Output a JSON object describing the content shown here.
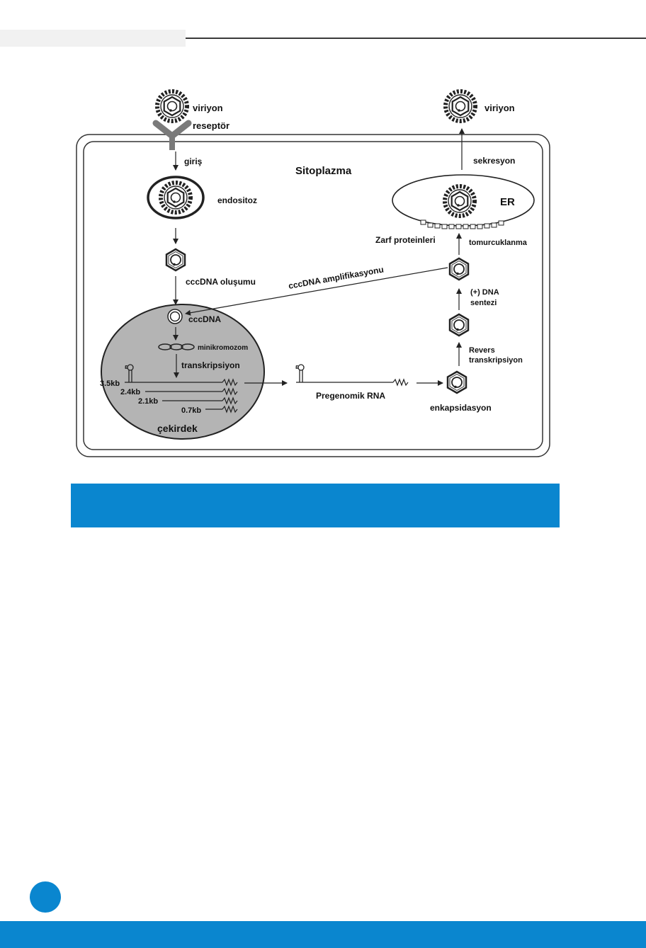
{
  "diagram": {
    "labels": {
      "virion_top_left": "viriyon",
      "receptor": "reseptör",
      "entry": "giriş",
      "cytoplasm": "Sitoplazma",
      "endocytosis": "endositoz",
      "cccdna_formation": "cccDNA oluşumu",
      "cccdna": "cccDNA",
      "minichromosome": "minikromozom",
      "transcription": "transkripsiyon",
      "rna_35": "3.5kb",
      "rna_24": "2.4kb",
      "rna_21": "2.1kb",
      "rna_07": "0.7kb",
      "nucleus": "çekirdek",
      "pregenomic_rna": "Pregenomik RNA",
      "encapsidation": "enkapsidasyon",
      "reverse": "Revers",
      "reverse_transcription": "transkripsiyon",
      "plus_dna": "(+) DNA",
      "synthesis": "sentezi",
      "cccdna_amplification": "cccDNA amplifikasyonu",
      "envelope_proteins": "Zarf proteinleri",
      "budding": "tomurcuklanma",
      "er": "ER",
      "secretion": "sekresyon",
      "virion_top_right": "viriyon",
      "epsilon_nucleus": "ε",
      "epsilon_pgrna": "ε"
    }
  },
  "colors": {
    "accent": "#0a86cf",
    "nucleus_fill": "#b4b4b4",
    "receptor": "#7a7a7a"
  }
}
